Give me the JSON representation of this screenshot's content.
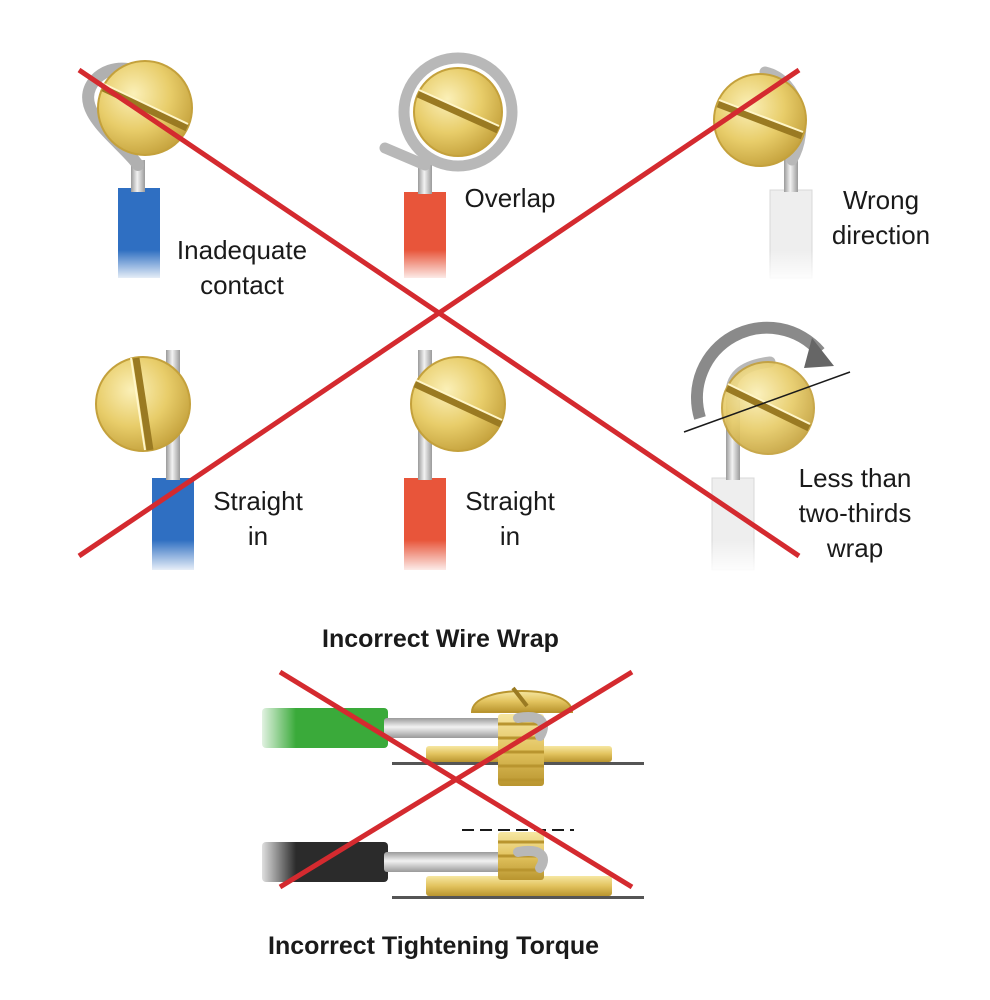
{
  "wire_wrap": {
    "title": "Incorrect Wire Wrap",
    "items": [
      {
        "lines": [
          "Inadequate",
          "contact"
        ],
        "wire_color": "#2f6fc2"
      },
      {
        "lines": [
          "Overlap"
        ],
        "wire_color": "#e8553a"
      },
      {
        "lines": [
          "Wrong",
          "direction"
        ],
        "wire_color": "#eeeeee"
      },
      {
        "lines": [
          "Straight",
          "in"
        ],
        "wire_color": "#2f6fc2"
      },
      {
        "lines": [
          "Straight",
          "in"
        ],
        "wire_color": "#e8553a"
      },
      {
        "lines": [
          "Less than",
          "two-thirds",
          "wrap"
        ],
        "wire_color": "#eeeeee"
      }
    ]
  },
  "torque": {
    "title": "Incorrect Tightening Torque",
    "wire_colors": [
      "#3aaa3a",
      "#2b2b2b"
    ]
  },
  "colors": {
    "cross": "#d42a2f",
    "brass": "#e8cd6a",
    "brass_dark": "#b8962e",
    "metal": "#c8c8c8",
    "text": "#1a1a1a"
  }
}
